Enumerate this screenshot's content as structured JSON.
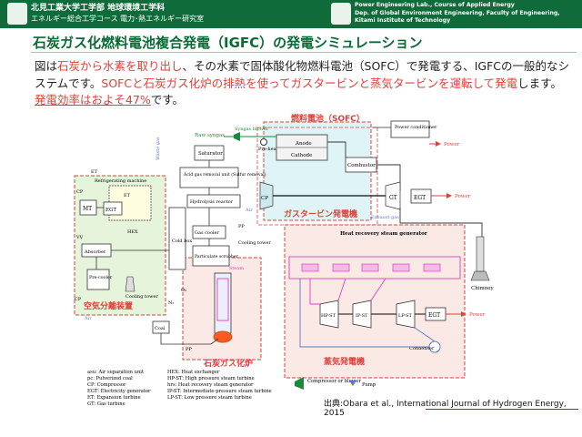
{
  "header": {
    "univ": "北見工業大学工学部 地球環境工学科",
    "course": "エネルギー総合工学コース 電力･熱エネルギー研究室",
    "lab_en_1": "Power Engineering Lab., Course of Applied Energy",
    "lab_en_2": "Dep. of Global Environment Engineering, Faculty of Engineering,",
    "lab_en_3": "Kitami Institute of Technology"
  },
  "title": "石炭ガス化燃料電池複合発電（IGFC）の発電シミュレーション",
  "body": {
    "p1": "図は",
    "r1": "石炭から水素を取り出し",
    "p2": "、その水素で固体酸化物燃料電池（SOFC）で発電する、IGFCの一般的なシステムです。",
    "r2": "SOFCと石炭ガス化炉の排熱を使ってガスタービンと蒸気タービンを運転して発電",
    "p3": "します。",
    "r3": "発電効率はおよそ47%",
    "p4": "です。"
  },
  "diagram": {
    "sofc_title": "燃料電池（SOFC）",
    "gt_title": "ガスタービン発電機",
    "asu_title": "空気分離装置",
    "gasifier_title": "石炭ガス化炉",
    "steam_title": "蒸気発電機",
    "raw_syngas": "Raw syngas",
    "syngas_blower": "Syngas blower",
    "saturator": "Saturator",
    "pre_heater": "Pre-heater",
    "anode": "Anode",
    "cathode": "Cathode",
    "combustor": "Combustor",
    "power_conditioner": "Power conditioner",
    "power": "Power",
    "acid_gas": "Acid gas removal unit (Sulfur removal)",
    "hydrolysis": "Hydrolysis reactor",
    "gas_cooler": "Gas cooler",
    "particulate": "Particulate scrubber",
    "cold_box": "Cold box",
    "steam": "Steam",
    "waste_gas": "Waste gas",
    "refrig": "Refrigerating machine",
    "et_asu1": "ET",
    "et_asu2": "ET",
    "cp_asu1": "CP",
    "mt": "MT",
    "egt": "EGT",
    "hex": "HEX",
    "vv": "VV",
    "absorber": "Absorber",
    "precooler": "Pre-cooler",
    "cooling_tower": "Cooling tower",
    "cp": "CP",
    "gt": "GT",
    "exhaust": "Exhaust gas",
    "air": "Air",
    "hrsg": "Heat recovery steam generator",
    "chimney": "Chimney",
    "hpst": "HP-ST",
    "ipst": "IP-ST",
    "lpst": "LP-ST",
    "condenser": "Condenser",
    "coal": "Coal",
    "pp": "PP",
    "n2": "N₂",
    "o2": "O₂",
    "legend_left": [
      "asu: Air separation unit",
      "pc: Pulverized coal",
      "CP: Compressor",
      "EGT: Electricity generator",
      "ET: Expansion turbine",
      "GT: Gas turbine"
    ],
    "legend_right": [
      "HEX: Heat exchanger",
      "HP-ST: High pressure steam turbine",
      "hrs: Heat recovery steam generator",
      "IP-ST: Intermediate-pressure steam turbine",
      "LP-ST: Low pressure steam turbine"
    ],
    "legend_compressor": "Compressor or blower",
    "legend_pump": "Pump"
  },
  "citation": "出典:Obara et al., International Journal of Hydrogen Energy, 2015",
  "colors": {
    "header_green": "#0f6b3a",
    "accent_red": "#e0403a",
    "sofc_fill": "#dff4f6",
    "asu_fill": "#e5f4da",
    "steam_fill": "#fbe9e6",
    "pipe_magenta": "#e040c0",
    "pipe_blue": "#5b79c8"
  }
}
